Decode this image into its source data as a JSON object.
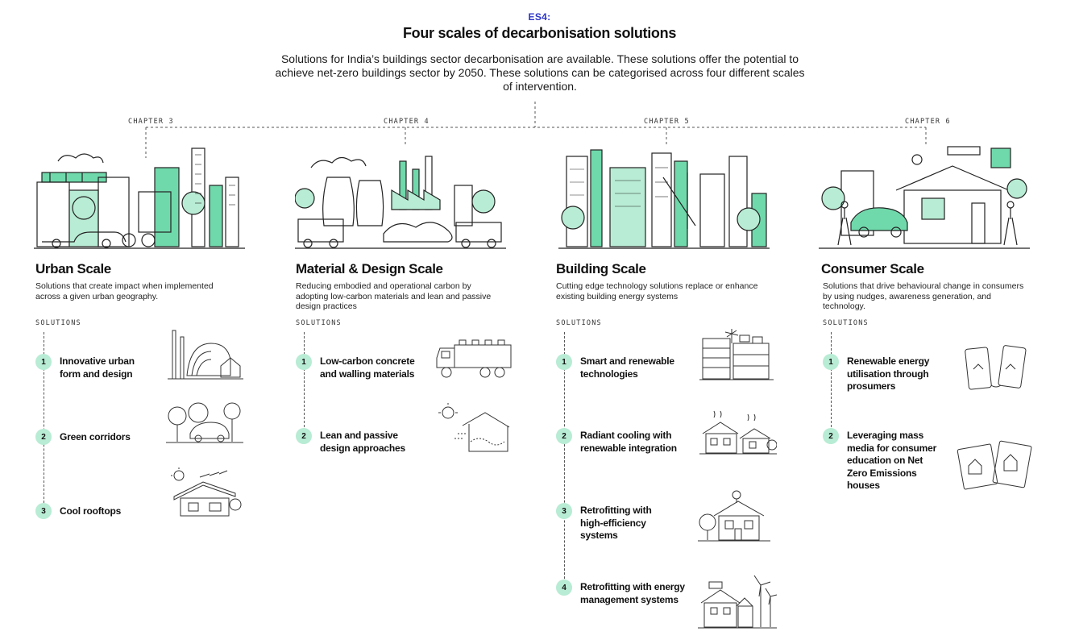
{
  "header": {
    "tag": "ES4:",
    "title": "Four scales of decarbonisation solutions",
    "subtitle": "Solutions for India’s buildings sector decarbonisation are available. These solutions offer the potential to achieve net-zero buildings sector by 2050. These solutions can be categorised across four different scales of intervention."
  },
  "colors": {
    "accent_mint": "#b8ecd4",
    "accent_green": "#6fd9ab",
    "tag_blue": "#2d35c8",
    "ink": "#111111"
  },
  "solutions_label": "SOLUTIONS",
  "scales": [
    {
      "chapter": "CHAPTER 3",
      "title": "Urban Scale",
      "description": "Solutions that create impact when implemented across a given urban geography.",
      "illustration_icon": "city-skyline-icon",
      "solutions": [
        {
          "number": "1",
          "label": "Innovative urban form and design",
          "icon": "urban-form-icon"
        },
        {
          "number": "2",
          "label": "Green corridors",
          "icon": "green-corridor-icon"
        },
        {
          "number": "3",
          "label": "Cool rooftops",
          "icon": "cool-rooftop-icon"
        }
      ]
    },
    {
      "chapter": "CHAPTER 4",
      "title": "Material & Design Scale",
      "description": "Reducing embodied and operational carbon by adopting low-carbon materials and lean and passive design practices",
      "illustration_icon": "factory-icon",
      "solutions": [
        {
          "number": "1",
          "label": "Low-carbon concrete and walling materials",
          "icon": "truck-icon"
        },
        {
          "number": "2",
          "label": "Lean and passive design approaches",
          "icon": "passive-house-icon"
        }
      ]
    },
    {
      "chapter": "CHAPTER 5",
      "title": "Building Scale",
      "description": "Cutting edge technology solutions replace or enhance  existing building energy systems",
      "illustration_icon": "buildings-icon",
      "solutions": [
        {
          "number": "1",
          "label": "Smart and renewable technologies",
          "icon": "smart-building-icon"
        },
        {
          "number": "2",
          "label": "Radiant cooling with renewable integration",
          "icon": "radiant-cooling-icon"
        },
        {
          "number": "3",
          "label": "Retrofitting with high-efficiency systems",
          "icon": "retrofit-house-icon"
        },
        {
          "number": "4",
          "label": "Retrofitting with energy management systems",
          "icon": "wind-turbine-house-icon"
        }
      ]
    },
    {
      "chapter": "CHAPTER 6",
      "title": "Consumer Scale",
      "description": "Solutions that drive behavioural change in consumers by using nudges, awareness generation, and technology.",
      "illustration_icon": "house-consumers-icon",
      "solutions": [
        {
          "number": "1",
          "label": "Renewable energy  utilisation through prosumers",
          "icon": "smartphones-icon"
        },
        {
          "number": "2",
          "label": "Leveraging mass media for consumer education on Net Zero Emissions houses",
          "icon": "media-tablets-icon"
        }
      ]
    }
  ]
}
